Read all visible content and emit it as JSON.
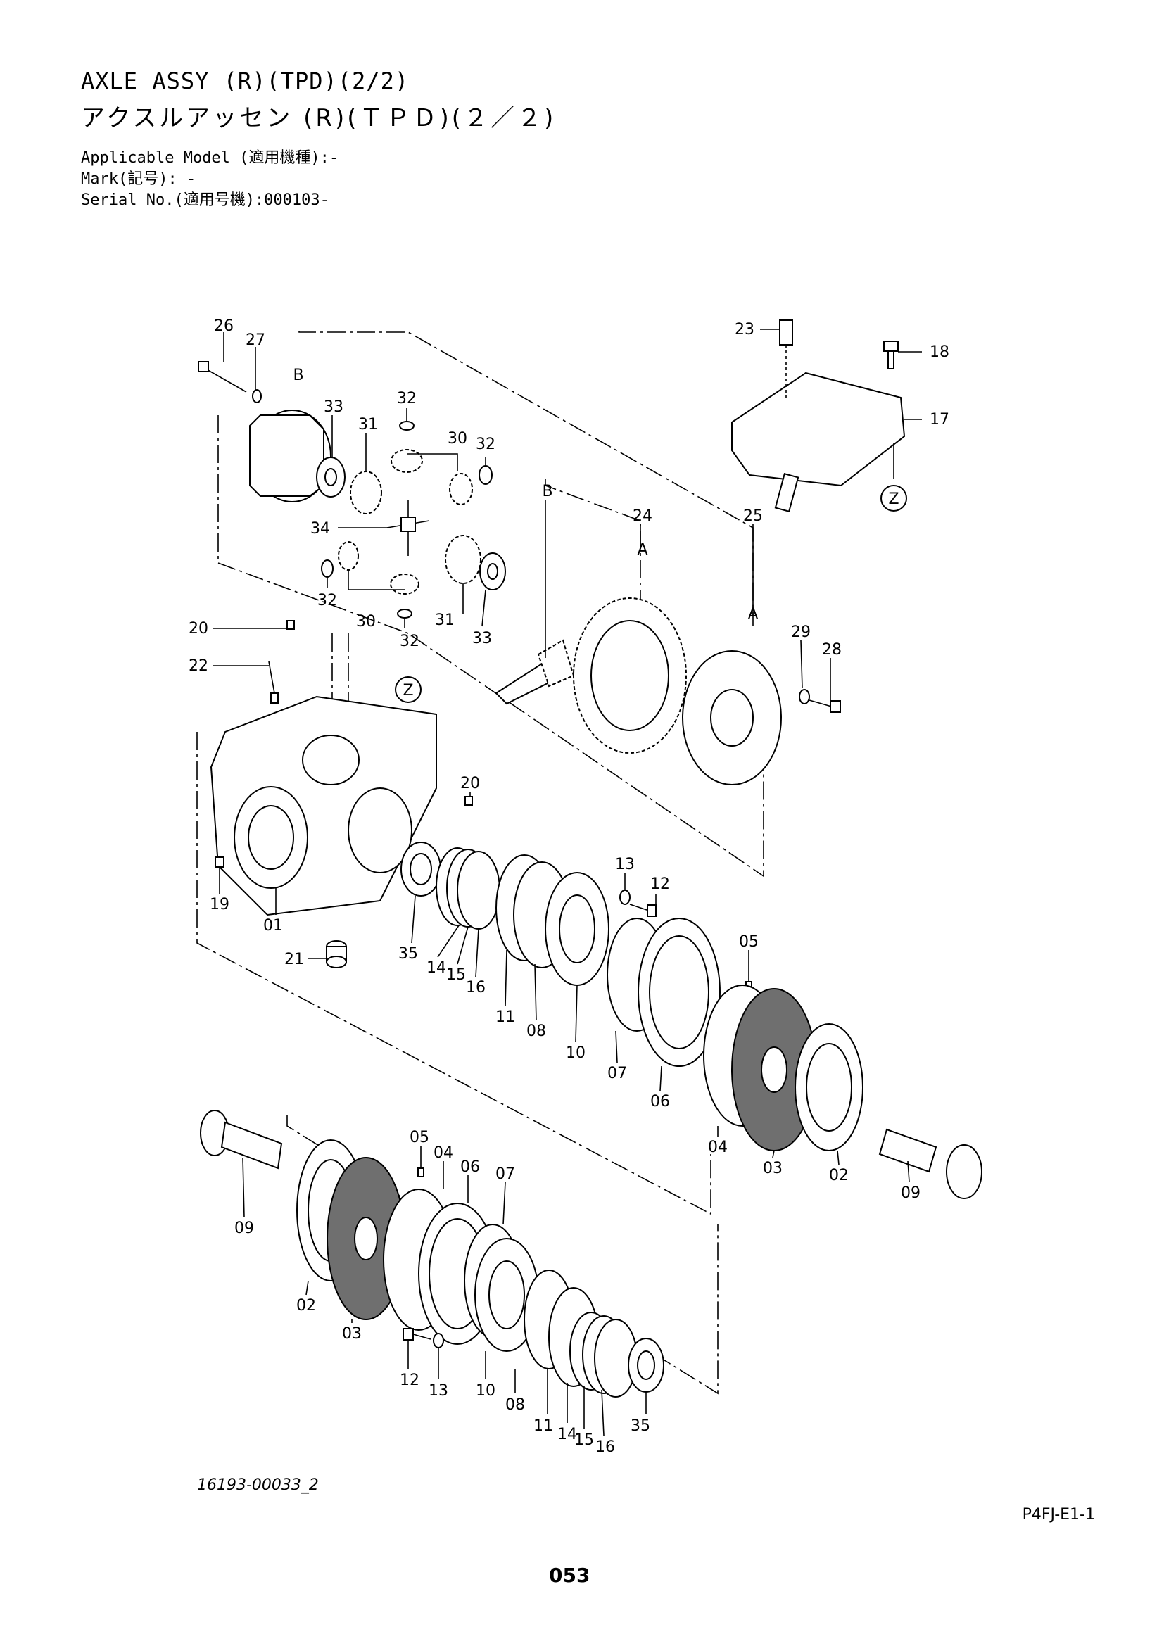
{
  "header": {
    "title_en": "AXLE ASSY (R)(TPD)(2/2)",
    "title_jp": "アクスルアッセン (R)(ＴＰＤ)(２／２)",
    "applicable_model": "Applicable Model (適用機種):-",
    "mark": "Mark(記号): -",
    "serial_no": "Serial No.(適用号機):000103-"
  },
  "footer": {
    "drawing_id": "16193-00033_2",
    "page_code": "P4FJ-E1-1",
    "page_number": "053"
  },
  "callouts": {
    "c26": "26",
    "c27": "27",
    "cB1": "B",
    "c33a": "33",
    "c32a": "32",
    "c31a": "31",
    "c30a": "30",
    "c32b": "32",
    "c34": "34",
    "c32c": "32",
    "c30b": "30",
    "c32d": "32",
    "c31b": "31",
    "c33b": "33",
    "c23": "23",
    "c18": "18",
    "c17": "17",
    "cZ1": "Z",
    "cB2": "B",
    "c24": "24",
    "cA1": "A",
    "c25": "25",
    "cA2": "A",
    "c29": "29",
    "c28": "28",
    "c20a": "20",
    "c22": "22",
    "cZ2": "Z",
    "c20b": "20",
    "c19": "19",
    "c01": "01",
    "c21": "21",
    "c35a": "35",
    "c14a": "14",
    "c15a": "15",
    "c16a": "16",
    "c11a": "11",
    "c08a": "08",
    "c10a": "10",
    "c13a": "13",
    "c12a": "12",
    "c07a": "07",
    "c06a": "06",
    "c05a": "05",
    "c04a": "04",
    "c03a": "03",
    "c02a": "02",
    "c09a": "09",
    "c09b": "09",
    "c02b": "02",
    "c03b": "03",
    "c05b": "05",
    "c04b": "04",
    "c06b": "06",
    "c07b": "07",
    "c12b": "12",
    "c13b": "13",
    "c10b": "10",
    "c08b": "08",
    "c11b": "11",
    "c14b": "14",
    "c15b": "15",
    "c16b": "16",
    "c35b": "35"
  }
}
